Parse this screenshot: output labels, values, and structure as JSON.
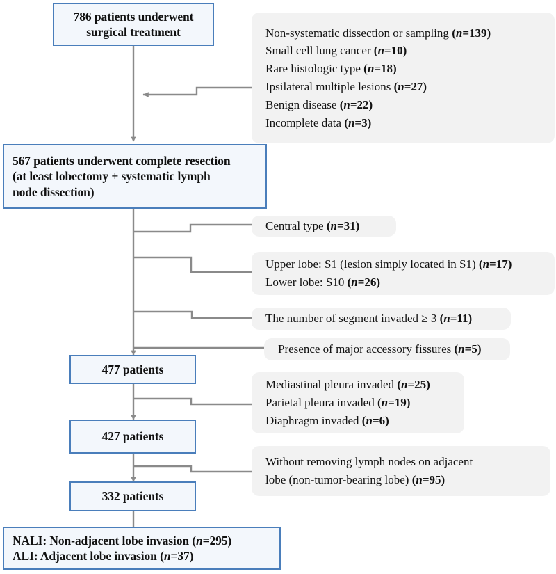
{
  "figure": {
    "type": "flowchart",
    "title": "Patient selection flow diagram",
    "colors": {
      "node_border": "#4a7ebb",
      "node_fill": "#f3f7fc",
      "exclusion_fill": "#f2f2f2",
      "connector": "#8a8a8a",
      "text": "#111111"
    }
  },
  "nodes": {
    "n1": {
      "line1": "786 patients underwent",
      "line2": "surgical treatment"
    },
    "n2": {
      "line1": "567 patients underwent complete resection",
      "line2": "(at least lobectomy + systematic lymph",
      "line3": "node dissection)"
    },
    "n3": {
      "label": "477 patients"
    },
    "n4": {
      "label": "427 patients"
    },
    "n5": {
      "label": "332 patients"
    },
    "n6": {
      "line1_text": "NALI: Non-adjacent lobe invasion ",
      "line1_n": "n=295",
      "line2_text": "ALI: Adjacent lobe invasion ",
      "line2_n": "n=37"
    }
  },
  "exclusions": {
    "e1": {
      "items": [
        {
          "text": "Non-systematic dissection or sampling ",
          "n": "n=139"
        },
        {
          "text": "Small cell lung cancer ",
          "n": "n=10"
        },
        {
          "text": "Rare histologic type ",
          "n": "n=18"
        },
        {
          "text": "Ipsilateral multiple lesions ",
          "n": "n=27"
        },
        {
          "text": "Benign disease ",
          "n": "n=22"
        },
        {
          "text": "Incomplete data ",
          "n": "n=3"
        }
      ]
    },
    "e2": {
      "items": [
        {
          "text": "Central type ",
          "n": "n=31"
        }
      ]
    },
    "e3": {
      "items": [
        {
          "text": "Upper lobe: S1 (lesion simply located in S1) ",
          "n": "n=17"
        },
        {
          "text": "Lower lobe: S10 ",
          "n": "n=26"
        }
      ]
    },
    "e4": {
      "items": [
        {
          "text": "The number of segment invaded ≥ 3 ",
          "n": "n=11"
        }
      ]
    },
    "e5": {
      "items": [
        {
          "text": "Presence of major accessory fissures ",
          "n": "n=5"
        }
      ]
    },
    "e6": {
      "items": [
        {
          "text": "Mediastinal pleura invaded ",
          "n": "n=25"
        },
        {
          "text": "Parietal pleura invaded ",
          "n": "n=19"
        },
        {
          "text": "Diaphragm invaded ",
          "n": "n=6"
        }
      ]
    },
    "e7": {
      "items": [
        {
          "text": "Without removing lymph nodes on adjacent",
          "n": ""
        },
        {
          "text": "lobe (non-tumor-bearing lobe) ",
          "n": "n=95"
        }
      ]
    }
  },
  "chart_data": {
    "type": "flow",
    "stages": [
      {
        "label": "786 patients underwent surgical treatment",
        "value": 786
      },
      {
        "label": "567 patients underwent complete resection (at least lobectomy + systematic lymph node dissection)",
        "value": 567
      },
      {
        "label": "477 patients",
        "value": 477
      },
      {
        "label": "427 patients",
        "value": 427
      },
      {
        "label": "332 patients",
        "value": 332
      }
    ],
    "exclusion_counts": [
      139,
      10,
      18,
      27,
      22,
      3,
      31,
      17,
      26,
      11,
      5,
      25,
      19,
      6,
      95
    ],
    "final_groups": [
      {
        "label": "NALI: Non-adjacent lobe invasion",
        "value": 295
      },
      {
        "label": "ALI: Adjacent lobe invasion",
        "value": 37
      }
    ]
  }
}
